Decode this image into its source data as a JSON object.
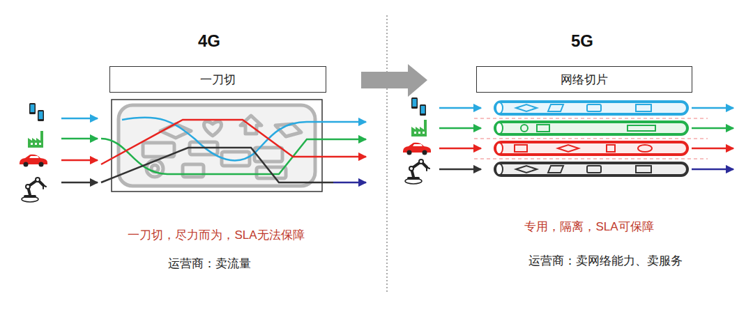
{
  "diagram": {
    "nodes": [
      {
        "text": [
          "一刀切"
        ]
      },
      {
        "text": [
          "网络切片"
        ]
      }
    ],
    "labels": [
      "4G",
      "5G",
      "一刀切，尽力而为，SLA无法保障",
      "运营商：卖流量",
      "专用，隔离，SLA可保障",
      "运营商：卖网络能力、卖服务"
    ]
  }
}
